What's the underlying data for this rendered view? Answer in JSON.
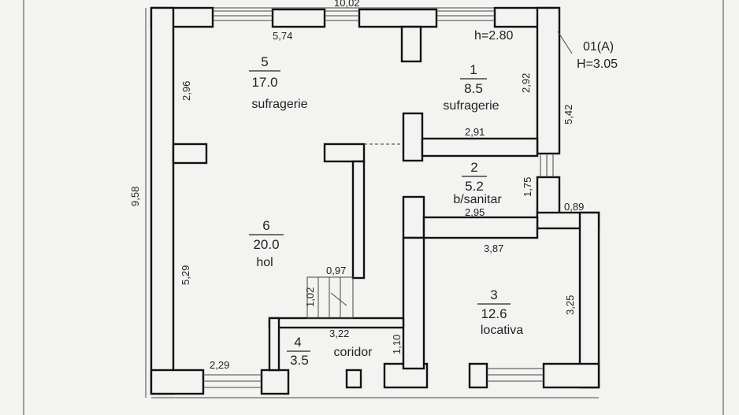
{
  "plan": {
    "overall_width": "10,02",
    "overall_depth": "9,58",
    "ceiling_height_note": "h=2.80",
    "building_code": "01(A)",
    "building_height": "H=3.05"
  },
  "rooms": [
    {
      "id": "5",
      "area": "17.0",
      "name": "sufragerie"
    },
    {
      "id": "1",
      "area": "8.5",
      "name": "sufragerie"
    },
    {
      "id": "2",
      "area": "5.2",
      "name": "b/sanitar"
    },
    {
      "id": "6",
      "area": "20.0",
      "name": "hol"
    },
    {
      "id": "3",
      "area": "12.6",
      "name": "locativa"
    },
    {
      "id": "4",
      "area": "3.5",
      "name": "coridor"
    }
  ],
  "dimensions": {
    "room5_width": "5,74",
    "room5_depth": "2,96",
    "room1_depth": "2,92",
    "right_upper": "5,42",
    "room1_width": "2,91",
    "room2_depth": "1,75",
    "room2_width": "2,95",
    "right_step": "0,89",
    "room3_width": "3,87",
    "room3_depth": "3,25",
    "hol_depth": "5,29",
    "stair_width": "0,97",
    "stair_depth": "1,02",
    "coridor_width": "3,22",
    "coridor_depth": "1,10",
    "bottom_left": "2,29"
  }
}
